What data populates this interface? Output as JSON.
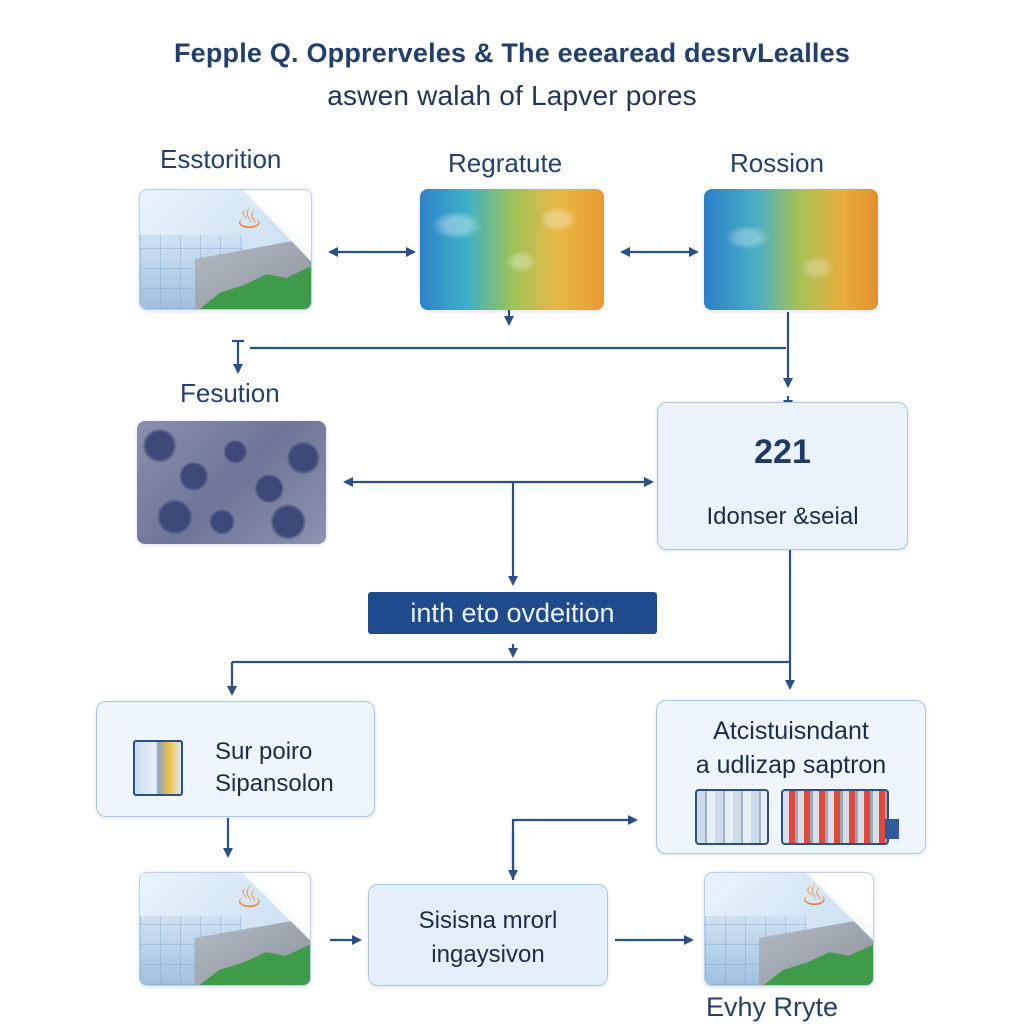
{
  "title": {
    "line1": "Fepple Q. Opprerveles & The eeearead desrvLealles",
    "line2": "aswen walah of Lapver pores"
  },
  "nodes": {
    "esstorition": {
      "label": "Esstorition"
    },
    "regratute": {
      "label": "Regratute"
    },
    "rossion": {
      "label": "Rossion"
    },
    "fesution": {
      "label": "Fesution"
    },
    "value_box": {
      "value": "221",
      "caption": "Idonser &seial"
    },
    "banner": {
      "text": "inth eto ovdeition"
    },
    "sur_poiro": {
      "line1": "Sur poiro",
      "line2": "Sipansolon"
    },
    "atcistur_box": {
      "line1": "Atcistuisndant",
      "line2": "a udlizap saptron"
    },
    "sisisna_box": {
      "line1": "Sisisna mrorl",
      "line2": "ingaysivon"
    },
    "evhy": {
      "label": "Evhy Rryte"
    }
  },
  "icons": [
    "flame-icon",
    "document-chart-icon",
    "server-rack-icon"
  ],
  "colors": {
    "accent": "#1f4a8c",
    "connector": "#2b4f86",
    "box_fill": "#e6f1fb",
    "flame": "#f07b2a"
  }
}
